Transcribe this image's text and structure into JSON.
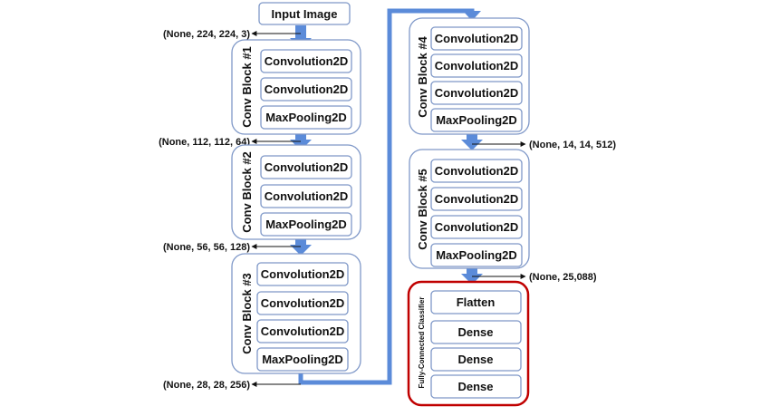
{
  "colors": {
    "box_border": "#7f98c8",
    "flow_arrow": "#5b8bd9",
    "classifier_border": "#c00000",
    "text": "#111111"
  },
  "input": {
    "label": "Input Image"
  },
  "shapes": {
    "input": "(None, 224, 224, 3)",
    "after_block1": "(None, 112, 112, 64)",
    "after_block2": "(None, 56, 56, 128)",
    "after_block3": "(None, 28, 28, 256)",
    "after_block4": "(None, 14, 14, 512)",
    "after_block5": "(None, 25,088)"
  },
  "block1": {
    "title": "Conv Block #1",
    "layers": [
      "Convolution2D",
      "Convolution2D",
      "MaxPooling2D"
    ]
  },
  "block2": {
    "title": "Conv Block #2",
    "layers": [
      "Convolution2D",
      "Convolution2D",
      "MaxPooling2D"
    ]
  },
  "block3": {
    "title": "Conv Block #3",
    "layers": [
      "Convolution2D",
      "Convolution2D",
      "Convolution2D",
      "MaxPooling2D"
    ]
  },
  "block4": {
    "title": "Conv Block #4",
    "layers": [
      "Convolution2D",
      "Convolution2D",
      "Convolution2D",
      "MaxPooling2D"
    ]
  },
  "block5": {
    "title": "Conv Block #5",
    "layers": [
      "Convolution2D",
      "Convolution2D",
      "Convolution2D",
      "MaxPooling2D"
    ]
  },
  "classifier": {
    "title": "Fully-Connected Classifier",
    "layers": [
      "Flatten",
      "Dense",
      "Dense",
      "Dense"
    ]
  }
}
